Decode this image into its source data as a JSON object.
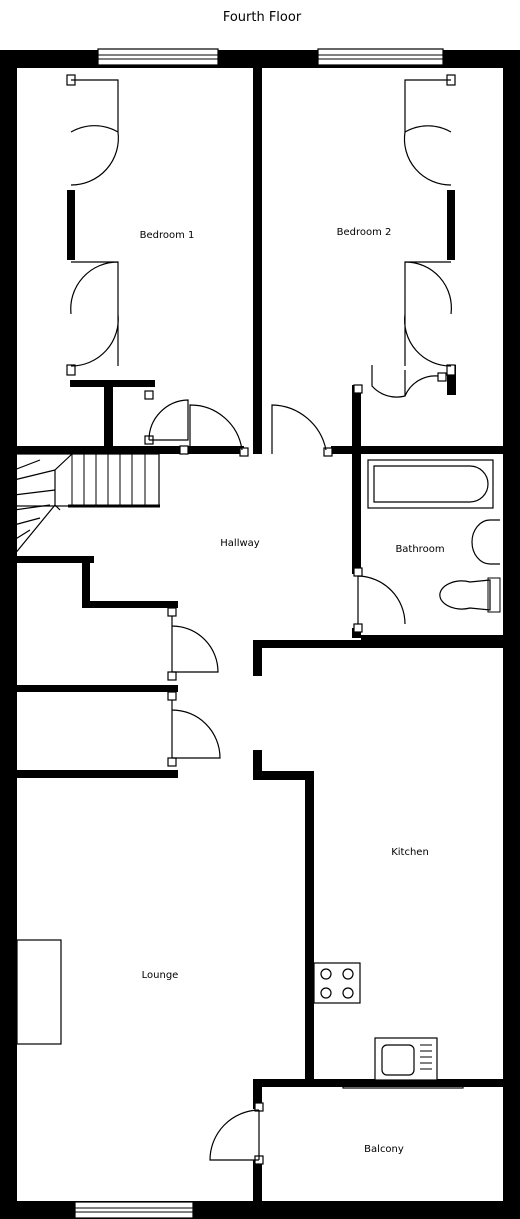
{
  "plan": {
    "title": "Fourth Floor",
    "rooms": {
      "bedroom1": "Bedroom 1",
      "bedroom2": "Bedroom 2",
      "hallway": "Hallway",
      "bathroom": "Bathroom",
      "kitchen": "Kitchen",
      "lounge": "Lounge",
      "balcony": "Balcony"
    }
  }
}
